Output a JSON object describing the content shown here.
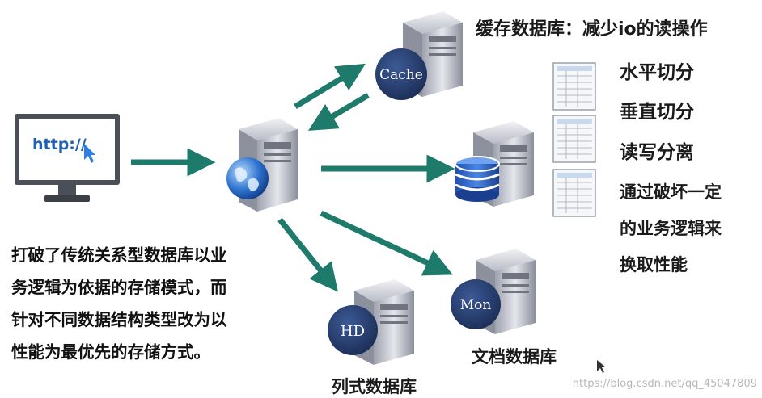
{
  "browser": {
    "url_text": "http://"
  },
  "servers": {
    "cache_badge": "Cache",
    "hd_badge": "HD",
    "mon_badge": "Mon"
  },
  "labels": {
    "cache_db": "缓存数据库：减少io的读操作",
    "horizontal_split": "水平切分",
    "vertical_split": "垂直切分",
    "rw_split": "读写分离",
    "breaking_business_logic": [
      "通过破坏一定",
      "的业务逻辑来",
      "换取性能"
    ],
    "columnar_db": "列式数据库",
    "document_db": "文档数据库"
  },
  "description": [
    "打破了传统关系型数据库以业",
    "务逻辑为依据的存储模式，而",
    "针对不同数据结构类型改为以",
    "性能为最优先的存储方式。"
  ],
  "watermark": "https://blog.csdn.net/qq_45047809",
  "colors": {
    "arrow": "#1e7a6a",
    "badge": "#253d6e",
    "server_body": "#c9cbd4"
  }
}
